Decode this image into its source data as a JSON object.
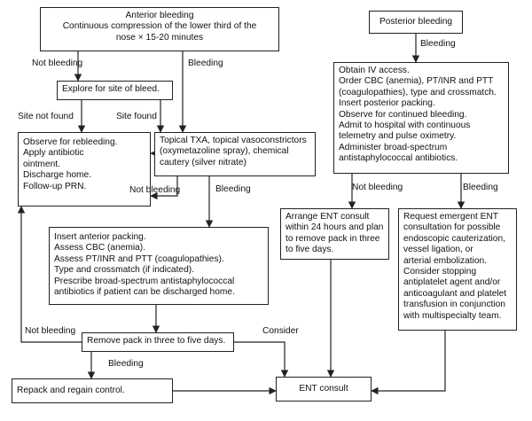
{
  "nodes": {
    "anterior": {
      "lines": [
        "Anterior bleeding",
        "Continuous compression of the lower third of the",
        "nose × 15-20 minutes"
      ]
    },
    "explore": {
      "lines": [
        "Explore for site of bleed."
      ]
    },
    "observe": {
      "lines": [
        "Observe for rebleeding.",
        "Apply antibiotic",
        "ointment.",
        "Discharge home.",
        "Follow-up PRN."
      ]
    },
    "topical": {
      "lines": [
        "Topical TXA, topical vasoconstrictors",
        "(oxymetazoline spray), chemical",
        "cautery (silver nitrate)"
      ]
    },
    "packing": {
      "lines": [
        "Insert anterior packing.",
        "Assess CBC (anemia).",
        "Assess PT/INR and PTT (coagulopathies).",
        "Type and crossmatch (if indicated).",
        "Prescribe broad-spectrum antistaphylococcal",
        "antibiotics if patient can be discharged home."
      ]
    },
    "remove": {
      "lines": [
        "Remove pack in three to five days."
      ]
    },
    "repack": {
      "lines": [
        "Repack and regain control."
      ]
    },
    "ent": {
      "lines": [
        "ENT consult"
      ]
    },
    "posterior": {
      "lines": [
        "Posterior bleeding"
      ]
    },
    "iv": {
      "lines": [
        "Obtain IV access.",
        "Order CBC (anemia), PT/INR and PTT",
        "(coagulopathies), type and crossmatch.",
        "Insert posterior packing.",
        "Observe for continued bleeding.",
        "Admit to hospital with continuous",
        "telemetry and pulse oximetry.",
        "Administer broad-spectrum",
        "antistaphylococcal antibiotics."
      ]
    },
    "arrange": {
      "lines": [
        "Arrange ENT consult",
        "within 24 hours and plan",
        "to remove pack in three",
        "to five days."
      ]
    },
    "request": {
      "lines": [
        "Request emergent ENT",
        "consultation for possible",
        "endoscopic cauterization,",
        "vessel ligation, or",
        "arterial embolization.",
        "Consider stopping",
        "antiplatelet agent and/or",
        "anticoagulant and platelet",
        "transfusion in conjunction",
        "with multispecialty team."
      ]
    }
  },
  "edge_labels": {
    "not_bleeding_1": "Not bleeding",
    "bleeding_1": "Bleeding",
    "site_not_found": "Site not found",
    "site_found": "Site found",
    "not_bleeding_2": "Not bleeding",
    "bleeding_2": "Bleeding",
    "not_bleeding_3": "Not bleeding",
    "consider": "Consider",
    "bleeding_3": "Bleeding",
    "bleeding_4": "Bleeding",
    "not_bleeding_4": "Not bleeding",
    "bleeding_5": "Bleeding"
  },
  "colors": {
    "line": "#222222",
    "text": "#111111",
    "background": "#ffffff"
  }
}
